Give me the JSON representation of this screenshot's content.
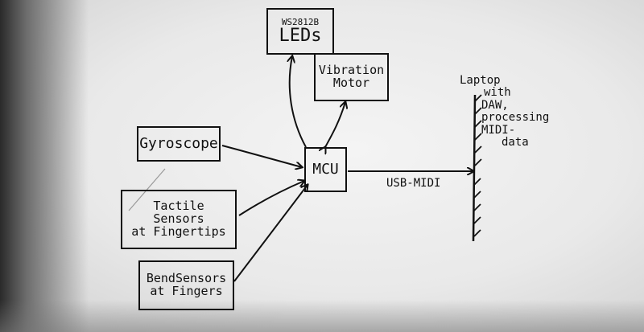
{
  "diagram": {
    "leds": {
      "line1": "WS2812B",
      "line2": "LEDs"
    },
    "vibration": {
      "line1": "Vibration",
      "line2": "Motor"
    },
    "gyroscope": "Gyroscope",
    "mcu": "MCU",
    "tactile": {
      "line1": "Tactile",
      "line2": "Sensors",
      "line3": "at Fingertips"
    },
    "bend": {
      "line1": "BendSensors",
      "line2": "at Fingers"
    },
    "link_label": "USB-MIDI",
    "laptop": {
      "lines": [
        "Laptop",
        "with",
        "DAW,",
        "processing",
        "MIDI-",
        "data"
      ]
    }
  },
  "colors": {
    "ink": "#111111",
    "board": "#ececec"
  }
}
